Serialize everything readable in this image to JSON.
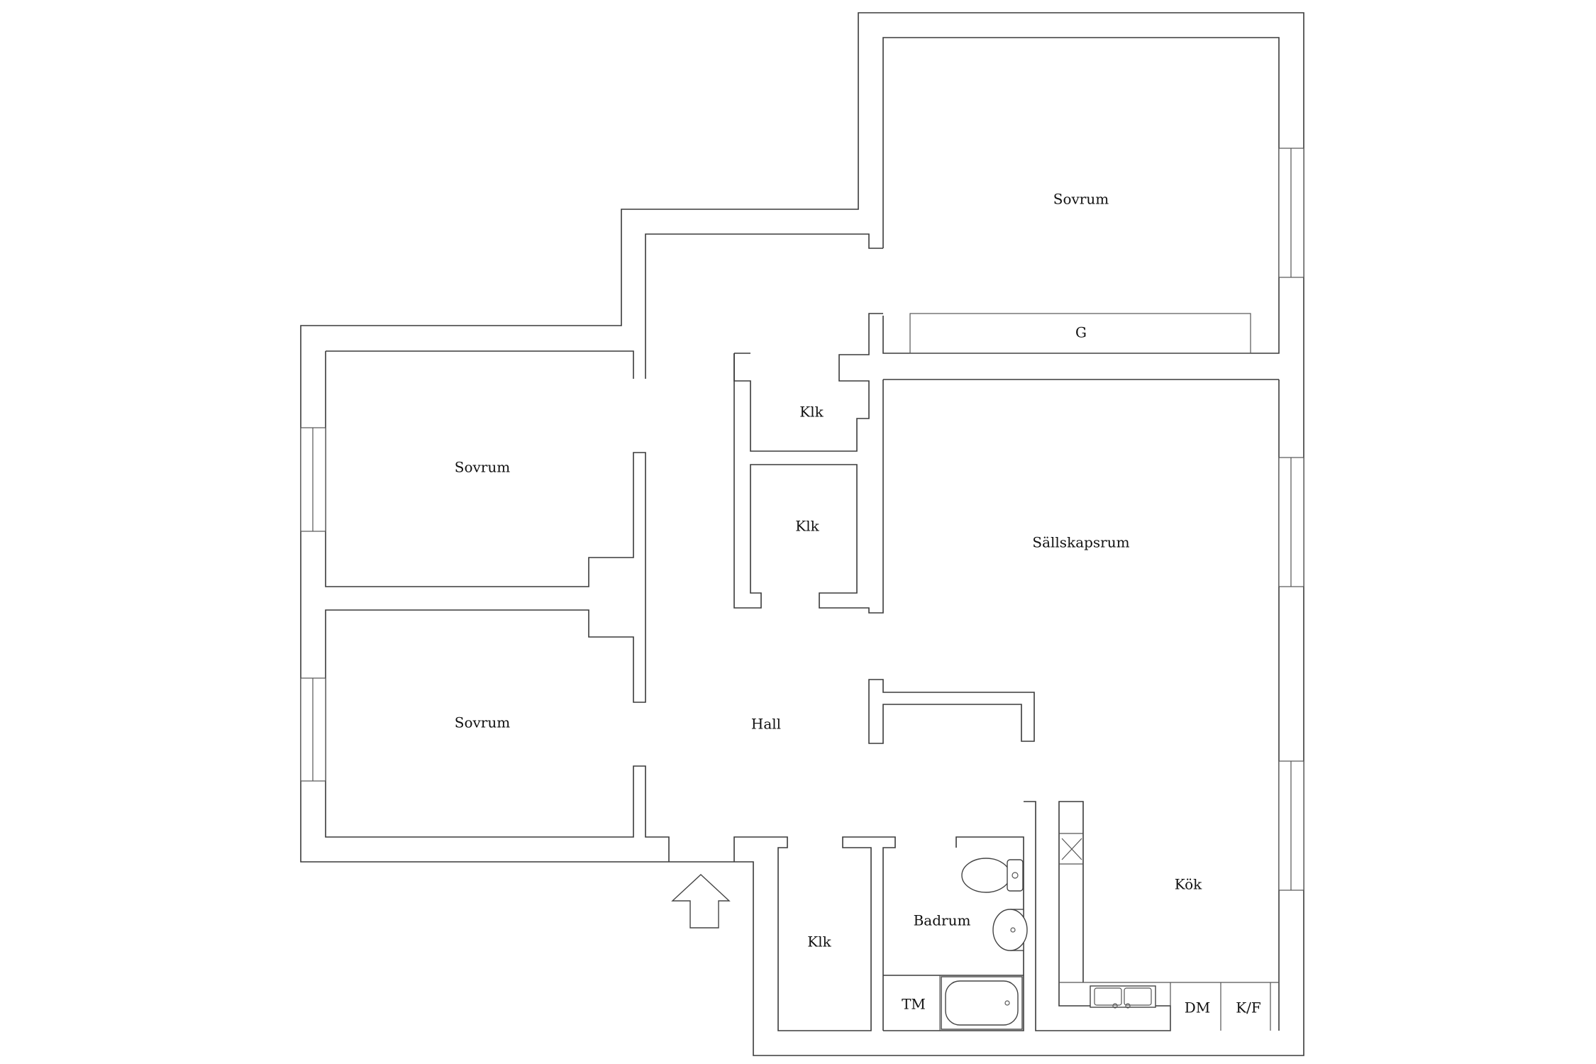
{
  "rooms": {
    "sovrum_top": "Sovrum",
    "garderob": "G",
    "sovrum_upper_left": "Sovrum",
    "sovrum_lower_left": "Sovrum",
    "klk_1": "Klk",
    "klk_2": "Klk",
    "sallskapsrum": "Sällskapsrum",
    "hall": "Hall",
    "klk_3": "Klk",
    "badrum": "Badrum",
    "tm": "TM",
    "kok": "Kök",
    "dm": "DM",
    "kf": "K/F"
  },
  "icons": {
    "entrance": "entrance-arrow-icon",
    "toilet": "toilet-icon",
    "sink": "washbasin-icon",
    "bathtub": "bathtub-icon",
    "kitchen_sink": "kitchen-sink-icon"
  }
}
